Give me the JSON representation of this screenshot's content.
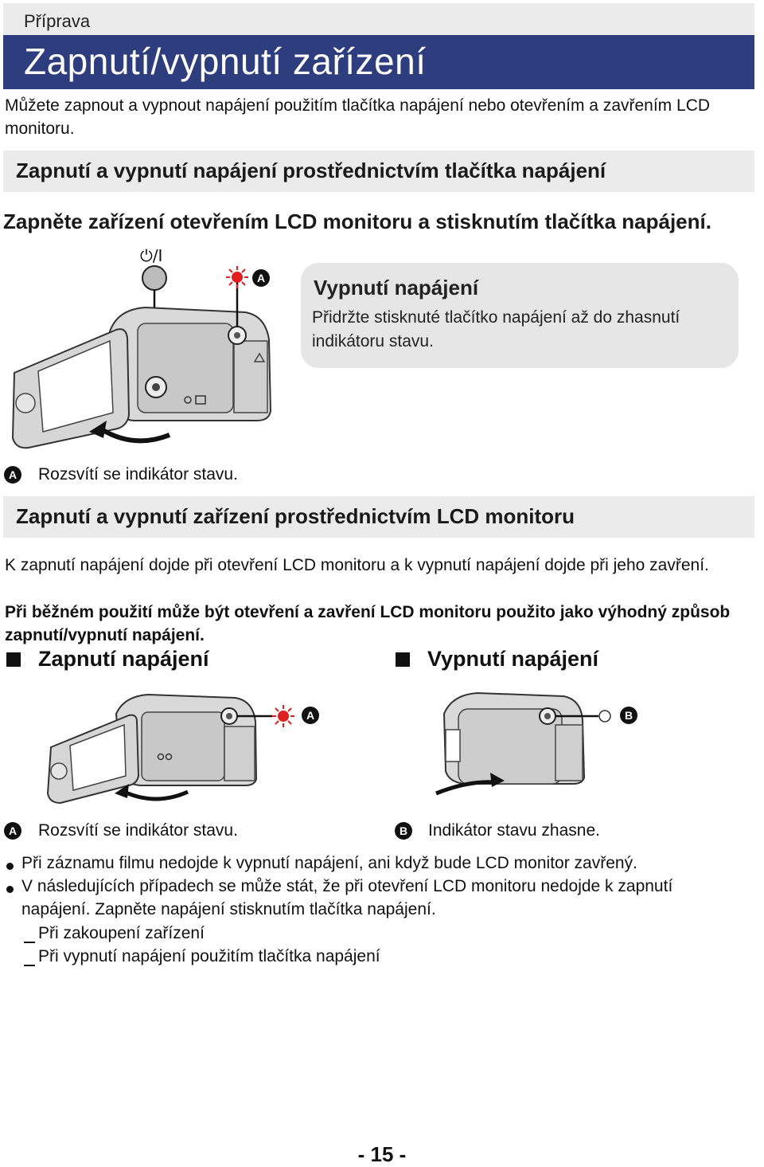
{
  "header": {
    "section": "Příprava",
    "title": "Zapnutí/vypnutí zařízení"
  },
  "intro": "Můžete zapnout a vypnout napájení použitím tlačítka napájení nebo otevřením a zavřením LCD monitoru.",
  "section1": {
    "heading": "Zapnutí a vypnutí napájení prostřednictvím tlačítka napájení",
    "instruction": "Zapněte zařízení otevřením LCD monitoru a stisknutím tlačítka napájení.",
    "power_symbol": "⏻/I",
    "callout": {
      "title": "Vypnutí napájení",
      "body": "Přidržte stisknuté tlačítko napájení až do zhasnutí indikátoru stavu."
    },
    "label_a_marker": "A",
    "note_a": "Rozsvítí se indikátor stavu."
  },
  "section2": {
    "heading": "Zapnutí a vypnutí zařízení prostřednictvím LCD monitoru",
    "para1": "K zapnutí napájení dojde při otevření LCD monitoru a k vypnutí napájení dojde při jeho zavření.",
    "para2": "Při běžném použití může být otevření a zavření LCD monitoru použito jako výhodný způsob zapnutí/vypnutí napájení.",
    "left_heading": "Zapnutí napájení",
    "right_heading": "Vypnutí napájení",
    "marker_a": "A",
    "marker_b": "B",
    "note_a": "Rozsvítí se indikátor stavu.",
    "note_b": "Indikátor stavu zhasne."
  },
  "bullets": [
    "Při záznamu filmu nedojde k vypnutí napájení, ani když bude LCD monitor zavřený.",
    "V následujících případech se může stát, že při otevření LCD monitoru nedojde k zapnutí napájení. Zapněte napájení stisknutím tlačítka napájení."
  ],
  "sub_items": [
    "Při zakoupení zařízení",
    "Při vypnutí napájení použitím tlačítka napájení"
  ],
  "page_number": "- 15 -",
  "colors": {
    "title_bar": "#2e3d7d",
    "section_bg": "#ebebeb",
    "indicator_red": "#e02020"
  }
}
